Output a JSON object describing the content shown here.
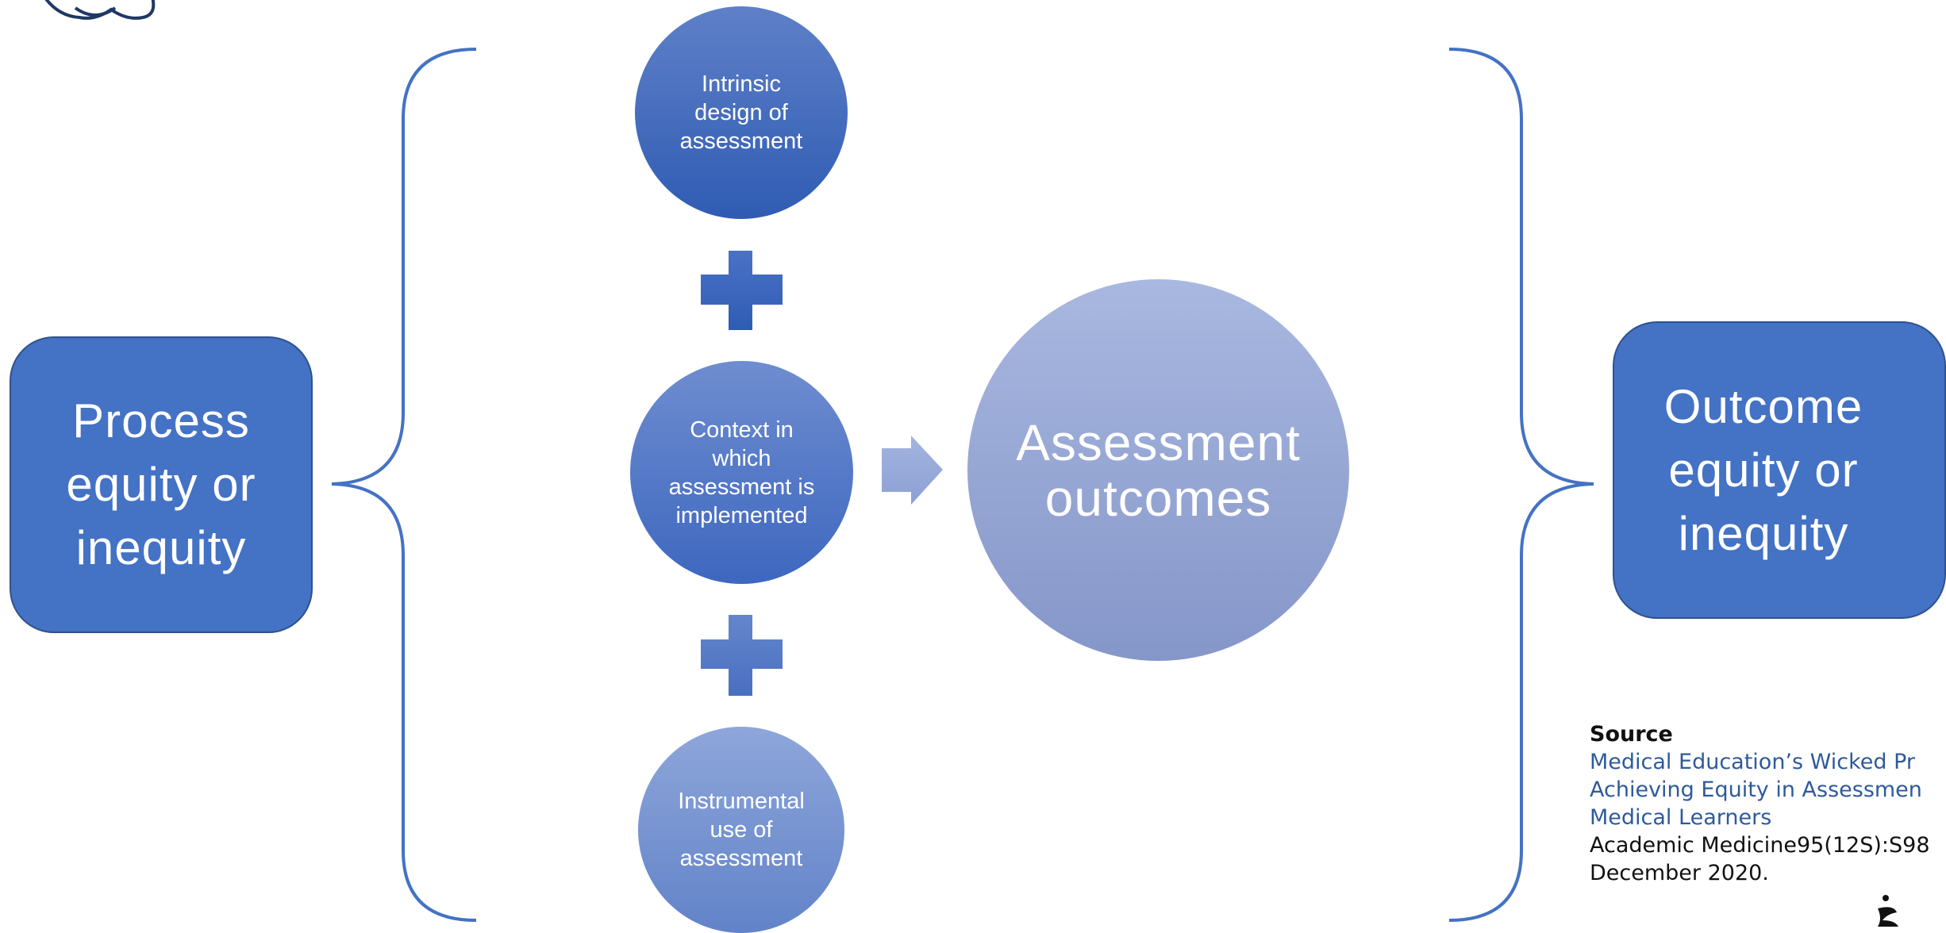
{
  "left_box": {
    "label": "Process\nequity or\ninequity"
  },
  "right_box": {
    "label": "Outcome\nequity or\ninequity"
  },
  "factors": [
    {
      "label": "Intrinsic\ndesign of\nassessment"
    },
    {
      "label": "Context in\nwhich\nassessment is\nimplemented"
    },
    {
      "label": "Instrumental\nuse of\nassessment"
    }
  ],
  "outcome_circle": {
    "label": "Assessment\noutcomes"
  },
  "source": {
    "heading": "Source",
    "title_lines": [
      "Medical Education’s Wicked Pr",
      "Achieving Equity in Assessmen",
      "Medical Learners"
    ],
    "journal_lines": [
      "Academic Medicine95(12S):S98",
      "December 2020."
    ]
  },
  "colors": {
    "box_fill": "#4472c4",
    "bracket": "#4472c4",
    "link": "#2e5a9c"
  },
  "icons": {
    "top_logo": "lotus-logo-icon",
    "plus": "plus-icon",
    "arrow": "right-arrow-icon",
    "bottom_logo": "publisher-logo-icon"
  }
}
